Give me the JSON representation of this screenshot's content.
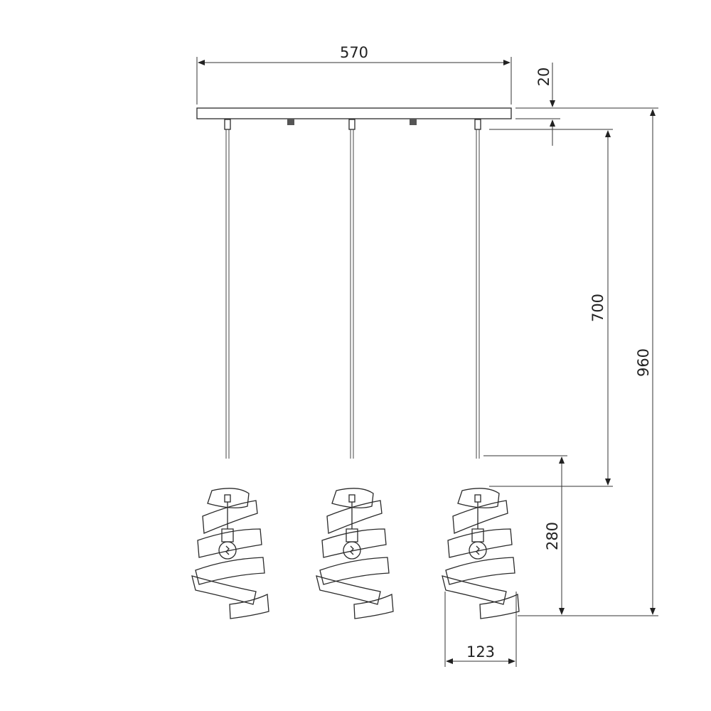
{
  "dimensions": {
    "canopy_width": "570",
    "canopy_height": "20",
    "cord_length": "700",
    "total_height": "960",
    "shade_height": "280",
    "shade_diameter": "123"
  },
  "colors": {
    "line": "#2a2a2a",
    "background": "#ffffff",
    "fastener": "#555555"
  }
}
